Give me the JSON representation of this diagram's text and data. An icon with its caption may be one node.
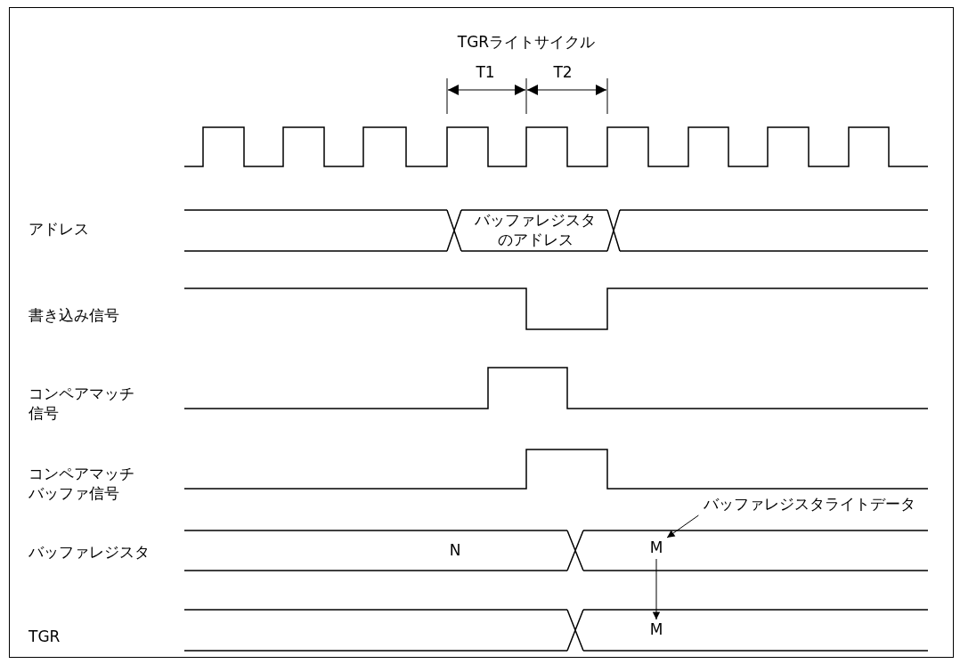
{
  "diagram": {
    "nodes": [
      {
        "text": [
          "バッファレジスタライトデータ"
        ]
      },
      {
        "text": [
          "M"
        ]
      },
      {
        "text": [
          "M"
        ]
      }
    ],
    "edges": [
      {
        "from": 0,
        "to": 1,
        "arrow": "to"
      },
      {
        "from": 1,
        "to": 2,
        "arrow": "to"
      }
    ],
    "labels": [
      "TGRライトサイクル",
      "T1",
      "T2",
      "アドレス",
      "バッファレジスタのアドレス",
      "書き込み信号",
      "コンペアマッチ信号",
      "コンペアマッチバッファ信号",
      "バッファレジスタ",
      "N",
      "TGR"
    ]
  }
}
